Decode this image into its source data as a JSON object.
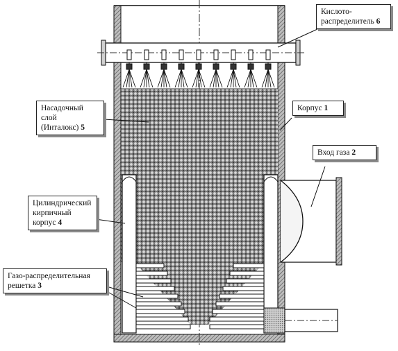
{
  "labels": {
    "acid_distributor": {
      "line1": "Кислото-",
      "line2": "распределитель",
      "num": "6"
    },
    "packing": {
      "line1": "Насадочный",
      "line2": "слой",
      "line3": "(Инталокс)",
      "num": "5"
    },
    "shell": {
      "text": "Корпус",
      "num": "1"
    },
    "gas_inlet": {
      "text": "Вход газа",
      "num": "2"
    },
    "brick_shell": {
      "line1": "Цилиндрический",
      "line2": "кирпичный",
      "line3": "корпус",
      "num": "4"
    },
    "gas_grid": {
      "line1": "Газо-распределительная",
      "line2": "решетка",
      "num": "3"
    }
  }
}
